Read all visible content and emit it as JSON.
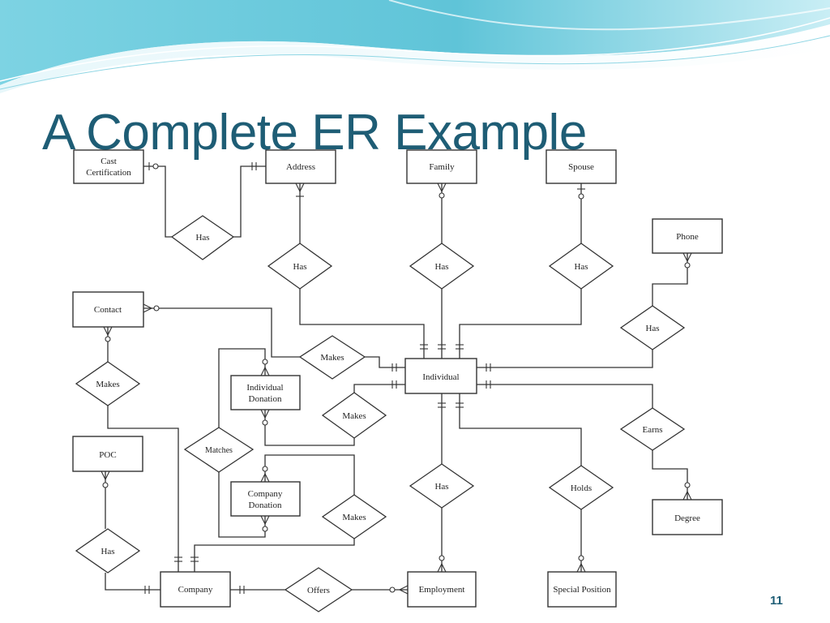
{
  "slide": {
    "title": "A Complete ER Example",
    "page_number": "11"
  },
  "diagram": {
    "entities": {
      "cast_certification": [
        "Cast",
        "Certification"
      ],
      "address": [
        "Address"
      ],
      "family": [
        "Family"
      ],
      "spouse": [
        "Spouse"
      ],
      "phone": [
        "Phone"
      ],
      "contact": [
        "Contact"
      ],
      "individual_donation": [
        "Individual",
        "Donation"
      ],
      "individual": [
        "Individual"
      ],
      "poc": [
        "POC"
      ],
      "company_donation": [
        "Company",
        "Donation"
      ],
      "degree": [
        "Degree"
      ],
      "company": [
        "Company"
      ],
      "employment": [
        "Employment"
      ],
      "special_position": [
        "Special Position"
      ]
    },
    "relationships": {
      "has_cert_address": "Has",
      "has_address": "Has",
      "has_family": "Has",
      "has_spouse": "Has",
      "has_phone": "Has",
      "makes_contact": "Makes",
      "makes_ind_donation": "Makes",
      "makes_ind_makes": "Makes",
      "matches": "Matches",
      "earns": "Earns",
      "has_poc": "Has",
      "has_employment": "Has",
      "holds": "Holds",
      "makes_company_donation": "Makes",
      "offers": "Offers"
    }
  },
  "colors": {
    "title": "#1e5d75",
    "wave_dark": "#5fc4d8",
    "wave_light": "#bfe9f1"
  }
}
